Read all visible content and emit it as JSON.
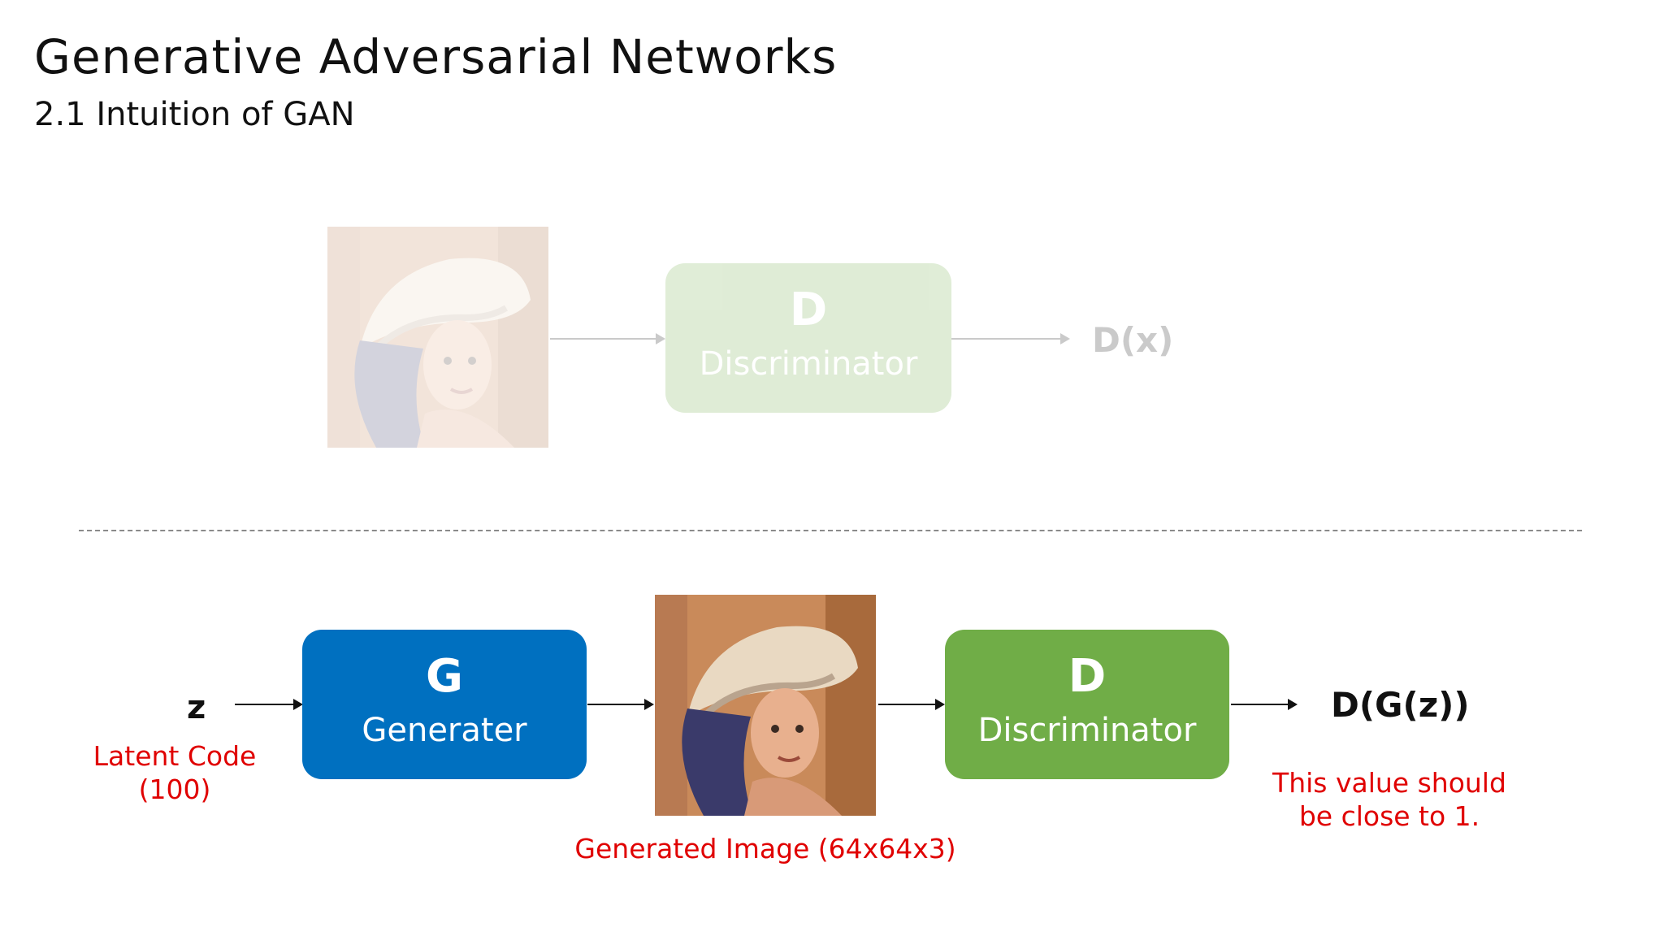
{
  "slide": {
    "title": "Generative Adversarial Networks",
    "subtitle": "2.1 Intuition of GAN"
  },
  "top_row": {
    "discriminator_letter": "D",
    "discriminator_label": "Discriminator",
    "output": "D(x)"
  },
  "bottom_row": {
    "input": "z",
    "input_note_line1": "Latent Code",
    "input_note_line2": "(100)",
    "generator_letter": "G",
    "generator_label": "Generater",
    "image_caption": "Generated Image (64x64x3)",
    "discriminator_letter": "D",
    "discriminator_label": "Discriminator",
    "output": "D(G(z))",
    "output_note_line1": "This value should",
    "output_note_line2": "be close to 1."
  },
  "colors": {
    "generator": "#0070c0",
    "discriminator": "#70ad47",
    "note": "#e00000"
  }
}
